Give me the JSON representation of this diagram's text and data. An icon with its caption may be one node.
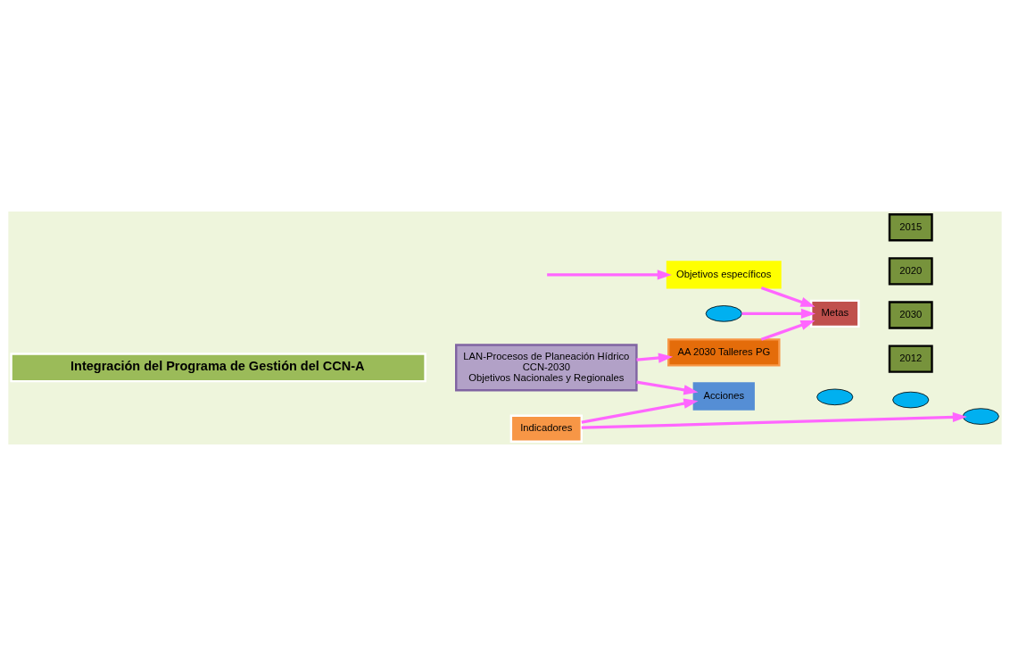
{
  "diagram": {
    "nodes": [
      {
        "text": [
          "Integración del Programa de Gestión del CCN-A"
        ]
      },
      {
        "text": [
          "LAN-Procesos de Planeación Hídrico CCN-2030 Objetivos Nacionales y Regionales"
        ]
      },
      {
        "text": [
          "AA 2030 Talleres PG"
        ]
      },
      {
        "text": [
          "Metas"
        ]
      },
      {
        "text": [
          "2012"
        ]
      },
      {
        "text": [
          "2015"
        ]
      },
      {
        "text": [
          "2020"
        ]
      },
      {
        "text": [
          "2030"
        ]
      },
      {
        "text": [
          "Objetivos específicos"
        ]
      },
      {
        "text": [
          "Acciones"
        ]
      },
      {
        "text": [],
        "shape": "ellipse"
      },
      {
        "text": [],
        "shape": "ellipse"
      },
      {
        "text": [],
        "shape": "ellipse"
      },
      {
        "text": [],
        "shape": "ellipse"
      },
      {
        "text": [
          "Indicadores"
        ]
      }
    ],
    "edges": [
      {
        "from": 2,
        "to": 3,
        "arrow": "to"
      },
      {
        "from": 1,
        "to": 2,
        "arrow": "to"
      },
      {
        "from": 1,
        "to": 9,
        "arrow": "to"
      },
      {
        "from": null,
        "to": 8,
        "arrow": "to"
      },
      {
        "from": 8,
        "to": 3,
        "arrow": "to"
      },
      {
        "from": 13,
        "to": 3,
        "arrow": "to"
      },
      {
        "from": 14,
        "to": 9,
        "arrow": "to"
      },
      {
        "from": 14,
        "to": 12,
        "arrow": "to"
      }
    ]
  }
}
